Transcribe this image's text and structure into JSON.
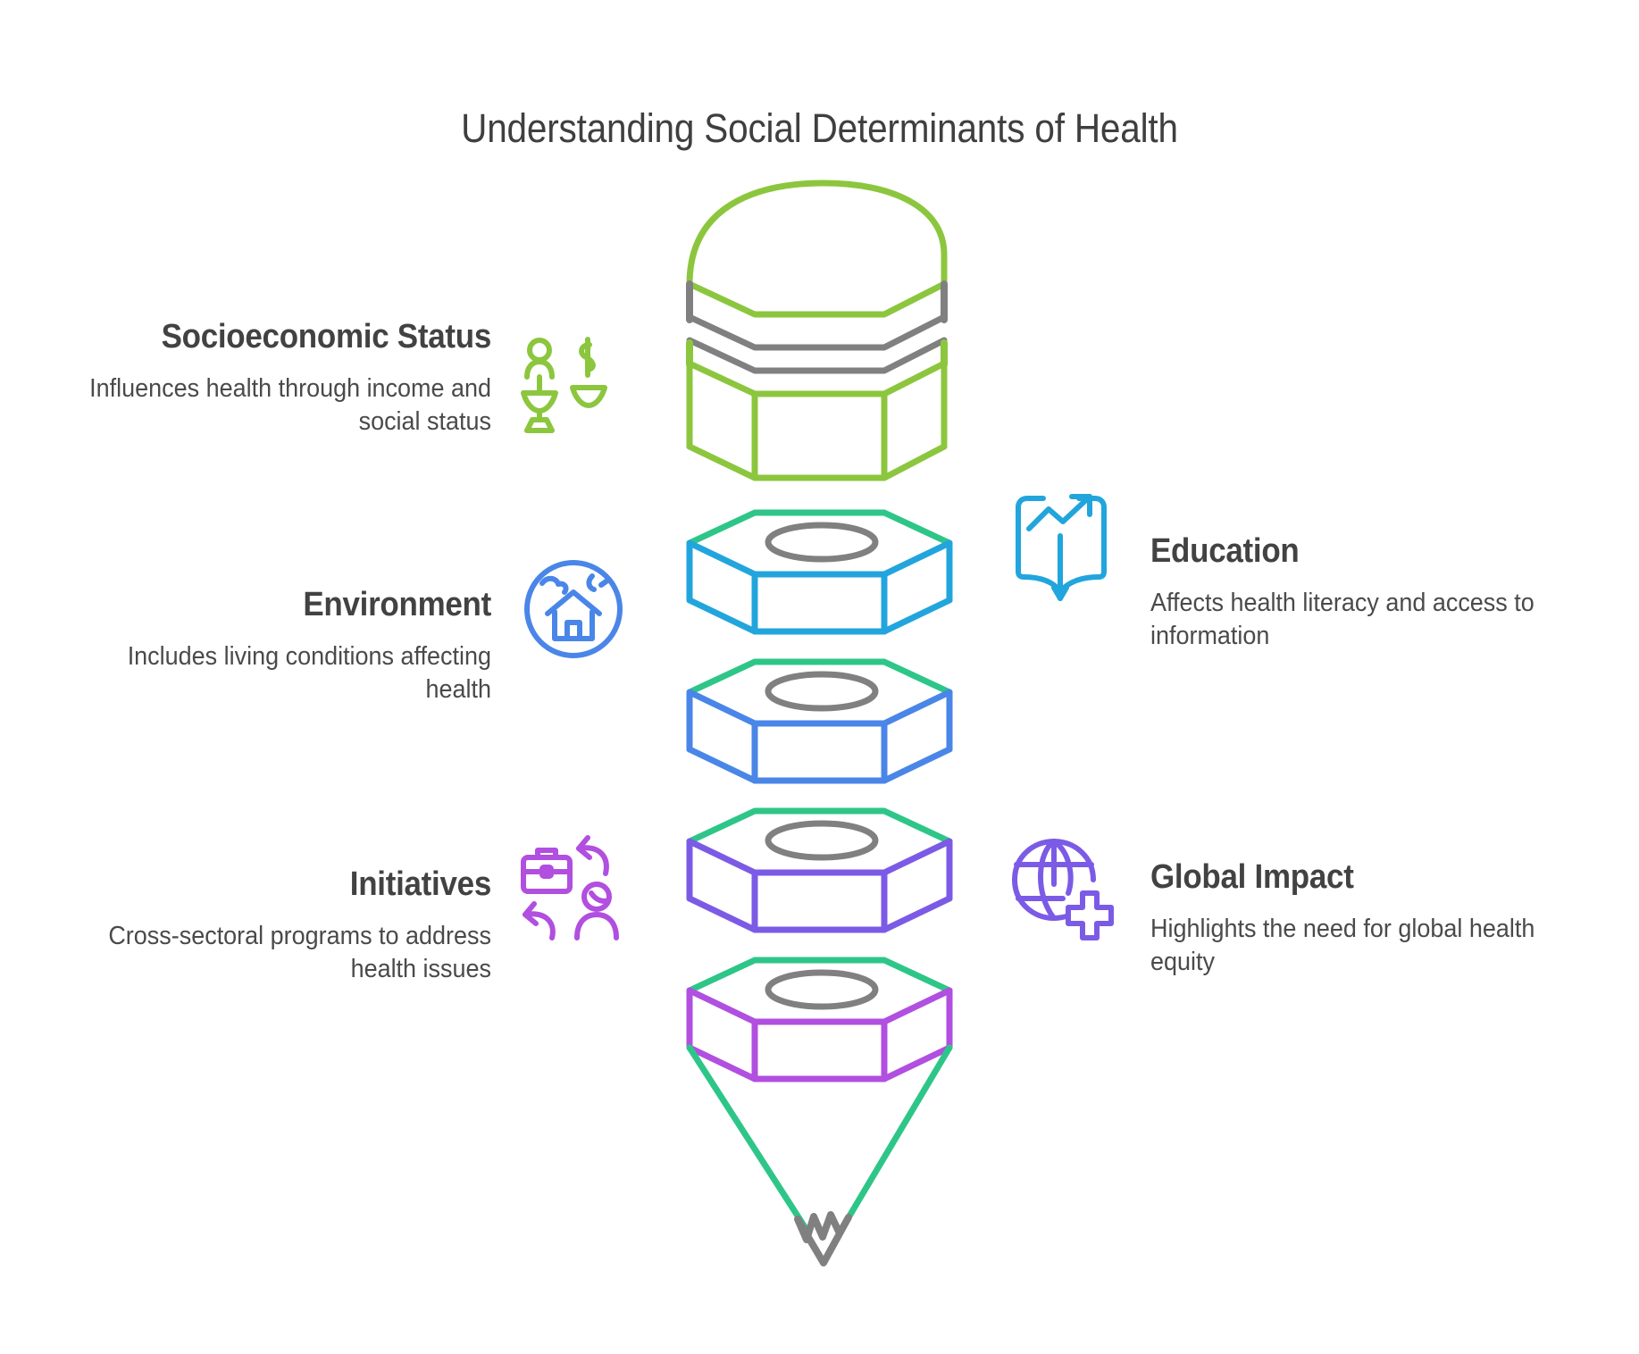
{
  "title": "Understanding Social Determinants of Health",
  "colors": {
    "text_heading": "#424242",
    "text_body": "#4a4a4a",
    "title": "#3f3f3f",
    "green": "#8cc63e",
    "teal": "#2ec688",
    "cyan": "#22a5dd",
    "blue": "#4a86e8",
    "purple": "#7b5be6",
    "orchid": "#b14fe0",
    "gray": "#808080"
  },
  "left_items": [
    {
      "id": "socioeconomic-status",
      "heading": "Socioeconomic Status",
      "description": "Influences health through income and social status",
      "icon": "people-money-balance-icon",
      "icon_color": "#8cc63e"
    },
    {
      "id": "environment",
      "heading": "Environment",
      "description": "Includes living conditions affecting health",
      "icon": "house-in-circle-icon",
      "icon_color": "#4a86e8"
    },
    {
      "id": "initiatives",
      "heading": "Initiatives",
      "description": "Cross-sectoral programs to address health issues",
      "icon": "briefcase-person-exchange-icon",
      "icon_color": "#b14fe0"
    }
  ],
  "right_items": [
    {
      "id": "education",
      "heading": "Education",
      "description": "Affects health literacy and access to information",
      "icon": "open-book-growth-arrow-icon",
      "icon_color": "#22a5dd"
    },
    {
      "id": "global-impact",
      "heading": "Global Impact",
      "description": "Highlights the need for global health equity",
      "icon": "globe-medical-cross-icon",
      "icon_color": "#7b5be6"
    }
  ],
  "diagram": {
    "type": "stacked-funnel",
    "layer_count": 5,
    "layers": [
      {
        "name": "socioeconomic-status",
        "body_color": "#8cc63e",
        "top_color": "#8cc63e",
        "shape": "domed-octagonal-prism",
        "has_hole": false
      },
      {
        "name": "education",
        "body_color": "#22a5dd",
        "top_color": "#2ec688",
        "shape": "octagonal-prism",
        "has_hole": true
      },
      {
        "name": "environment",
        "body_color": "#4a86e8",
        "top_color": "#2ec688",
        "shape": "octagonal-prism",
        "has_hole": true
      },
      {
        "name": "global-impact",
        "body_color": "#7b5be6",
        "top_color": "#2ec688",
        "shape": "octagonal-prism",
        "has_hole": true
      },
      {
        "name": "initiatives",
        "body_color": "#b14fe0",
        "top_color": "#2ec688",
        "shape": "octagonal-prism",
        "has_hole": true
      }
    ],
    "tip": {
      "name": "funnel-cone",
      "cone_color": "#2ec688",
      "tip_color": "#808080",
      "tip_shape": "zigzag-crown"
    }
  }
}
